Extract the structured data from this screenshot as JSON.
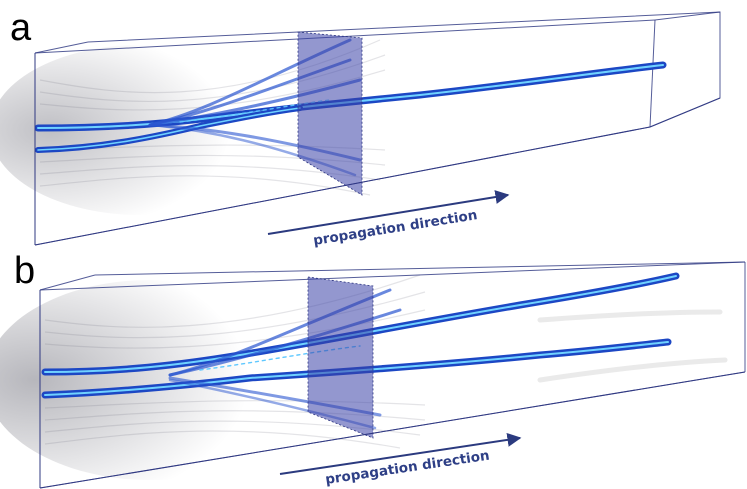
{
  "panel_a": {
    "label": "a",
    "caption": "propagation direction"
  },
  "panel_b": {
    "label": "b",
    "caption": "propagation direction"
  },
  "colors": {
    "box_edge": "#2b3480",
    "beam": "#1f5bd6",
    "beam_highlight": "#7fd3ff",
    "slice_plane": "#3a42a8",
    "arrow": "#2b3a7f",
    "caption": "#2e3f86"
  }
}
